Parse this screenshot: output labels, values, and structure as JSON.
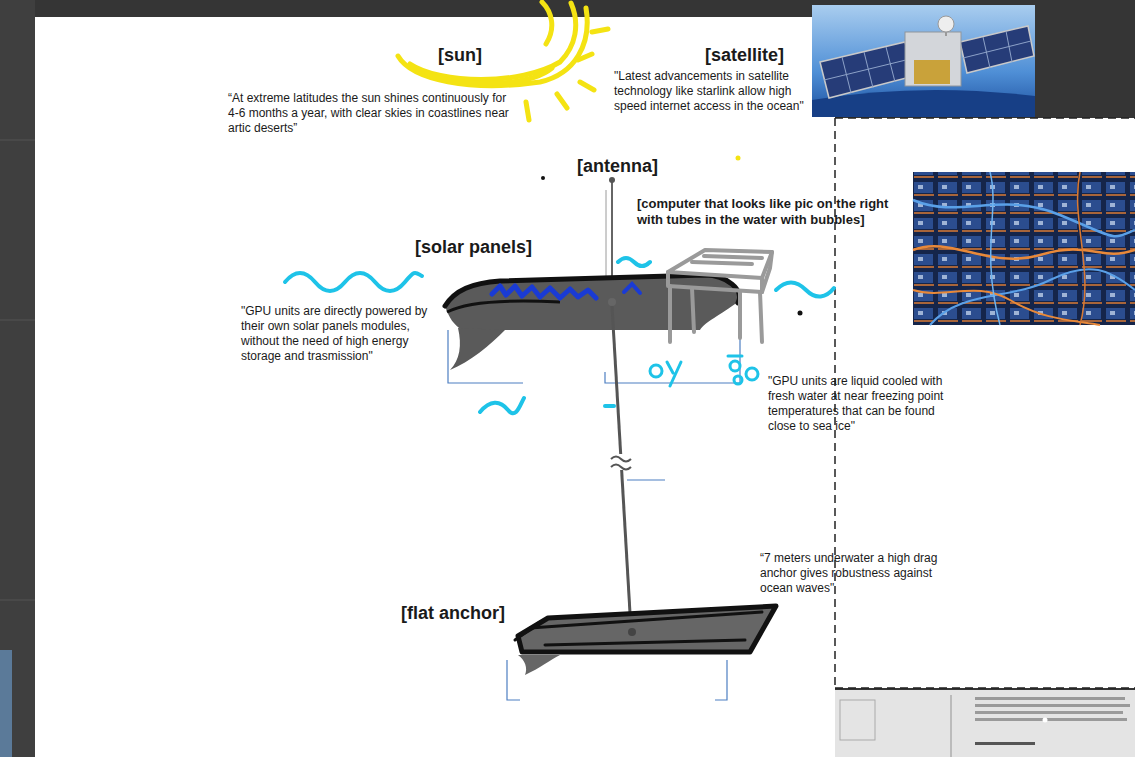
{
  "diagram": {
    "labels": [
      "[sun]",
      "[satellite]",
      "“At extreme latitudes the sun shines continuously for 4-6 months a year, with clear skies in coastlines near artic deserts”",
      "\"Latest advancements in satellite technology like starlink allow high speed internet access in the ocean\"",
      "[antenna]",
      "[computer that looks like pic on the right with tubes in the water with bubbles]",
      "[solar panels]",
      "\"GPU units are directly powered by their own solar panels modules, without the need of high energy storage and trasmission\"",
      "\"GPU units are liquid cooled with fresh water at near freezing point temperatures that can be found close to sea ice\"",
      "“7 meters underwater a high drag anchor gives robustness against ocean waves\"",
      "[flat anchor]"
    ]
  }
}
